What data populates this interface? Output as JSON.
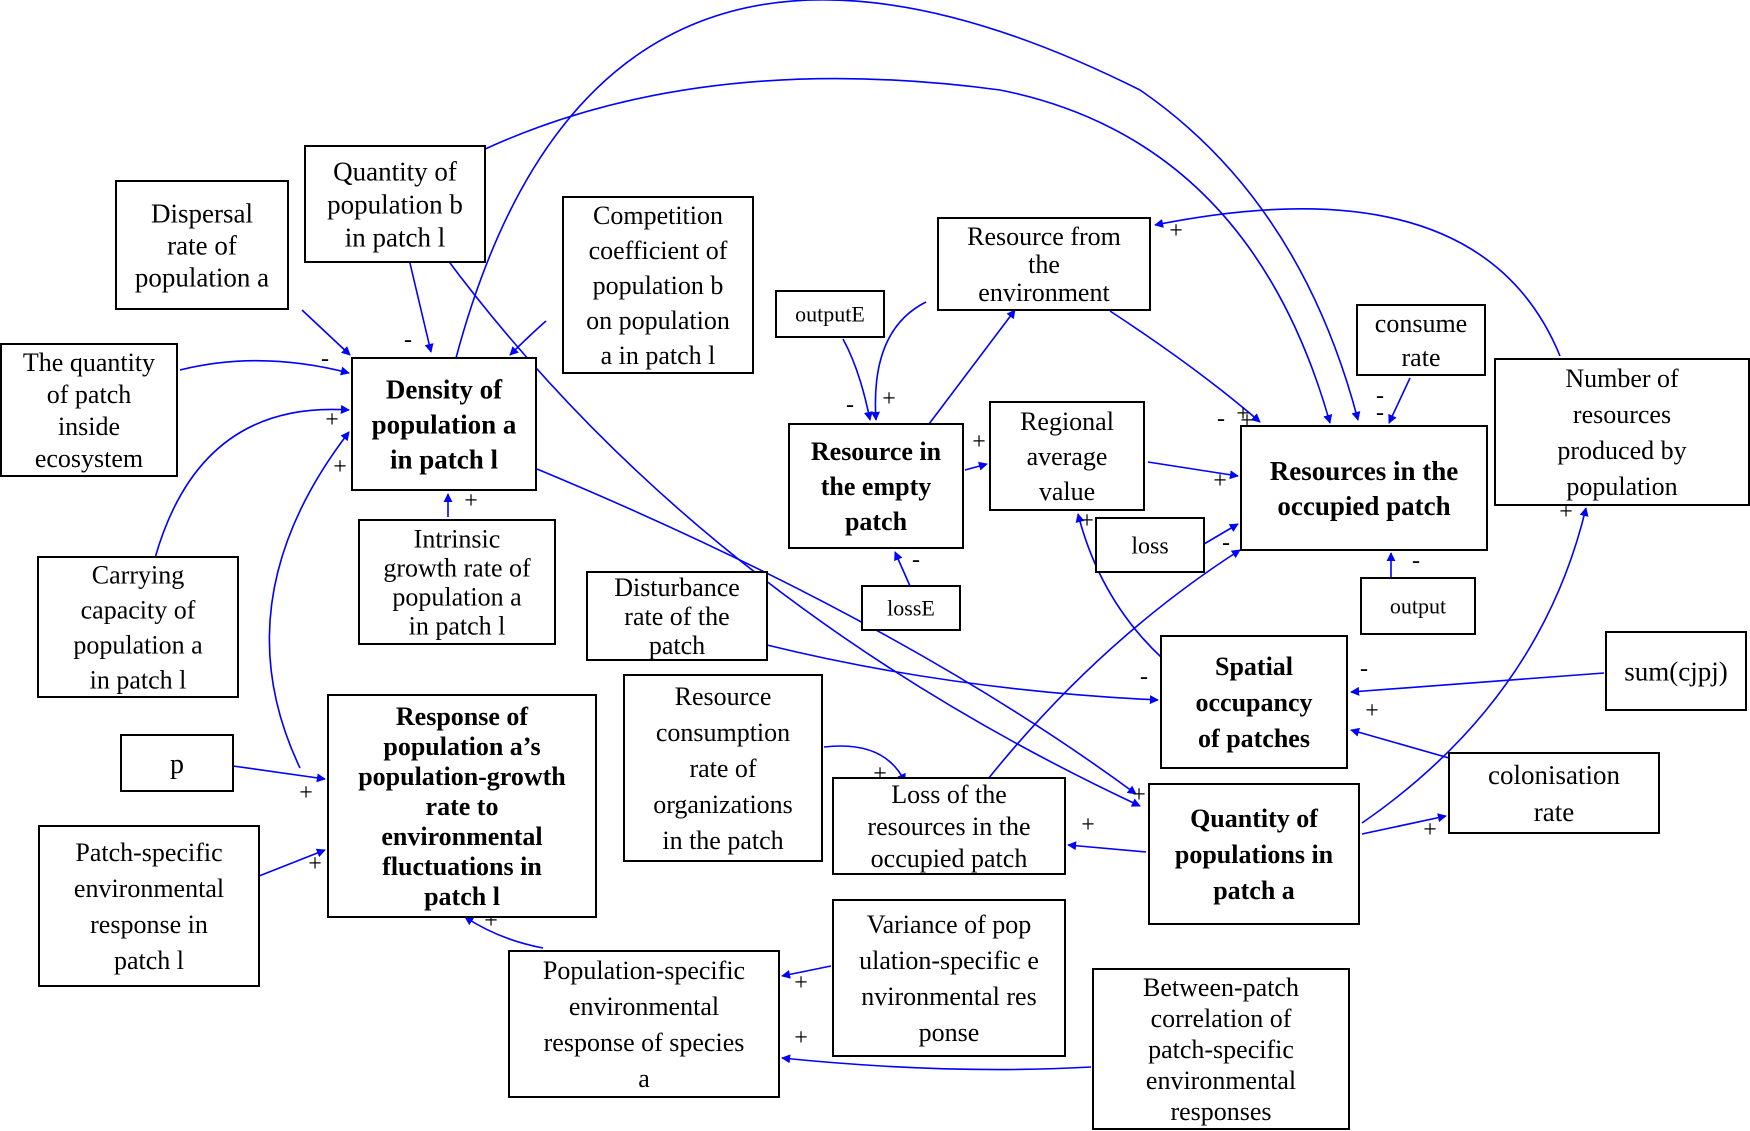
{
  "colors": {
    "edge": "#0000ff",
    "border": "#000000",
    "text": "#000000",
    "background": "#ffffff"
  },
  "nodes": [
    {
      "id": "dispersal",
      "lines": [
        "Dispersal",
        "rate of",
        "population a"
      ]
    },
    {
      "id": "quantity_b",
      "lines": [
        "Quantity of",
        "population b",
        "in patch l"
      ]
    },
    {
      "id": "competition",
      "lines": [
        "Competition",
        "coefficient of",
        "population b",
        "on population",
        "a in patch l"
      ]
    },
    {
      "id": "resource_env",
      "lines": [
        "Resource from",
        "the",
        "environment"
      ]
    },
    {
      "id": "outputE",
      "lines": [
        "outputE"
      ]
    },
    {
      "id": "consume_rate",
      "lines": [
        "consume",
        "rate"
      ]
    },
    {
      "id": "num_resources",
      "lines": [
        "Number of",
        "resources",
        "produced by",
        "population"
      ]
    },
    {
      "id": "quantity_patch",
      "lines": [
        "The quantity",
        "of patch",
        "inside",
        "ecosystem"
      ]
    },
    {
      "id": "density",
      "lines": [
        "Density of",
        "population a",
        "in patch l"
      ],
      "bold": true
    },
    {
      "id": "resource_empty",
      "lines": [
        "Resource in",
        "the empty",
        "patch"
      ],
      "bold": true
    },
    {
      "id": "regional",
      "lines": [
        "Regional",
        "average",
        "value"
      ]
    },
    {
      "id": "resources_occupied",
      "lines": [
        "Resources in the",
        "occupied patch"
      ],
      "bold": true
    },
    {
      "id": "loss",
      "lines": [
        "loss"
      ]
    },
    {
      "id": "intrinsic",
      "lines": [
        "Intrinsic",
        "growth rate of",
        "population a",
        "in patch l"
      ]
    },
    {
      "id": "lossE",
      "lines": [
        "lossE"
      ]
    },
    {
      "id": "output",
      "lines": [
        "output"
      ]
    },
    {
      "id": "carrying",
      "lines": [
        "Carrying",
        "capacity of",
        "population a",
        "in patch l"
      ]
    },
    {
      "id": "disturbance",
      "lines": [
        "Disturbance",
        "rate of the",
        "patch"
      ]
    },
    {
      "id": "spatial",
      "lines": [
        "Spatial",
        "occupancy",
        "of patches"
      ],
      "bold": true
    },
    {
      "id": "sum",
      "lines": [
        "sum(cjpj)"
      ]
    },
    {
      "id": "consumption_rate",
      "lines": [
        "Resource",
        "consumption",
        "rate of",
        "organizations",
        "in the patch"
      ]
    },
    {
      "id": "p",
      "lines": [
        "p"
      ]
    },
    {
      "id": "response",
      "lines": [
        "Response of",
        "population a’s",
        "population-growth",
        "rate to",
        "environmental",
        "fluctuations in",
        "patch l"
      ],
      "bold": true
    },
    {
      "id": "colonisation",
      "lines": [
        "colonisation",
        "rate"
      ]
    },
    {
      "id": "loss_resources",
      "lines": [
        "Loss of the",
        "resources in the",
        "occupied patch"
      ]
    },
    {
      "id": "quantity_a",
      "lines": [
        "Quantity of",
        "populations in",
        "patch a"
      ],
      "bold": true
    },
    {
      "id": "patch_specific",
      "lines": [
        "Patch-specific",
        "environmental",
        "response in",
        "patch l"
      ]
    },
    {
      "id": "variance",
      "lines": [
        "Variance of pop",
        "ulation-specific e",
        "nvironmental res",
        "ponse"
      ]
    },
    {
      "id": "pop_specific",
      "lines": [
        "Population-specific",
        "environmental",
        "response of species",
        "a"
      ]
    },
    {
      "id": "between",
      "lines": [
        "Between-patch",
        "correlation of",
        "patch-specific",
        "environmental",
        "responses"
      ]
    }
  ],
  "edges": [
    {
      "from": "dispersal",
      "to": "density"
    },
    {
      "from": "quantity_b",
      "to": "density",
      "polarity": "-"
    },
    {
      "from": "competition",
      "to": "density"
    },
    {
      "from": "quantity_patch",
      "to": "density",
      "polarity": "-"
    },
    {
      "from": "carrying",
      "to": "density",
      "polarity": "+"
    },
    {
      "from": "response",
      "to": "density",
      "polarity": "+"
    },
    {
      "from": "intrinsic",
      "to": "density",
      "polarity": "+"
    },
    {
      "from": "density",
      "to": "resources_occupied",
      "polarity": "-"
    },
    {
      "from": "density",
      "to": "quantity_a",
      "polarity": "+"
    },
    {
      "from": "quantity_b",
      "to": "quantity_a",
      "polarity": "+"
    },
    {
      "from": "quantity_b",
      "to": "resources_occupied",
      "polarity": "-"
    },
    {
      "from": "outputE",
      "to": "resource_empty",
      "polarity": "-"
    },
    {
      "from": "resource_env",
      "to": "resource_empty",
      "polarity": "+"
    },
    {
      "from": "resource_empty",
      "to": "resource_env"
    },
    {
      "from": "resource_env",
      "to": "resources_occupied",
      "polarity": "+"
    },
    {
      "from": "lossE",
      "to": "resource_empty",
      "polarity": "-"
    },
    {
      "from": "resource_empty",
      "to": "regional",
      "polarity": "+"
    },
    {
      "from": "regional",
      "to": "resources_occupied",
      "polarity": "+"
    },
    {
      "from": "consume_rate",
      "to": "resources_occupied",
      "polarity": "-"
    },
    {
      "from": "loss",
      "to": "resources_occupied"
    },
    {
      "from": "output",
      "to": "resources_occupied",
      "polarity": "-"
    },
    {
      "from": "num_resources",
      "to": "resource_env",
      "polarity": "+"
    },
    {
      "from": "spatial",
      "to": "regional",
      "polarity": "+"
    },
    {
      "from": "disturbance",
      "to": "spatial",
      "polarity": "-"
    },
    {
      "from": "sum",
      "to": "spatial",
      "polarity": "-"
    },
    {
      "from": "colonisation",
      "to": "spatial",
      "polarity": "+"
    },
    {
      "from": "quantity_a",
      "to": "colonisation",
      "polarity": "+"
    },
    {
      "from": "quantity_a",
      "to": "num_resources",
      "polarity": "+"
    },
    {
      "from": "quantity_a",
      "to": "loss_resources",
      "polarity": "+"
    },
    {
      "from": "consumption_rate",
      "to": "loss_resources",
      "polarity": "+"
    },
    {
      "from": "loss_resources",
      "to": "resources_occupied",
      "polarity": "-"
    },
    {
      "from": "p",
      "to": "response",
      "polarity": "+"
    },
    {
      "from": "patch_specific",
      "to": "response",
      "polarity": "+"
    },
    {
      "from": "pop_specific",
      "to": "response",
      "polarity": "+"
    },
    {
      "from": "variance",
      "to": "pop_specific",
      "polarity": "+"
    },
    {
      "from": "between",
      "to": "pop_specific",
      "polarity": "+"
    }
  ]
}
